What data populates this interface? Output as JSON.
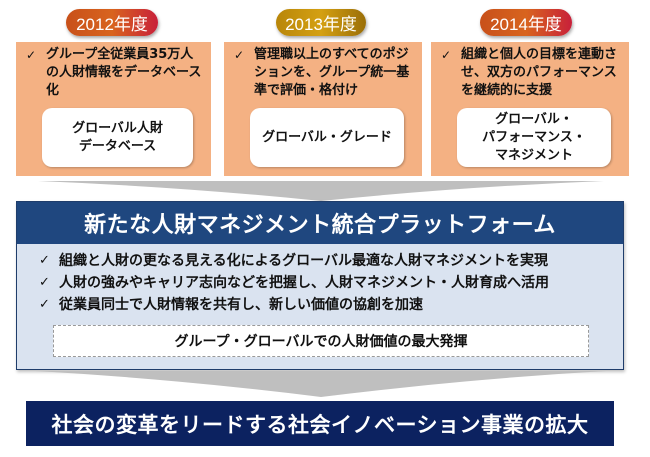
{
  "years": [
    {
      "label": "2012年度",
      "bullet": "グループ全従業員35万人の人財情報をデータベース化",
      "box_lines": [
        "グローバル人財",
        "データベース"
      ]
    },
    {
      "label": "2013年度",
      "bullet": "管理職以上のすべてのポジションを、グループ統一基準で評価・格付け",
      "box_lines": [
        "グローバル・グレード"
      ]
    },
    {
      "label": "2014年度",
      "bullet": "組織と個人の目標を連動させ、双方のパフォーマンスを継続的に支援",
      "box_lines": [
        "グローバル・",
        "パフォーマンス・",
        "マネジメント"
      ]
    }
  ],
  "check_icon": "✓",
  "platform": {
    "title": "新たな人財マネジメント統合プラットフォーム",
    "bullets": [
      "組織と人財の更なる見える化によるグローバル最適な人財マネジメントを実現",
      "人財の強みやキャリア志向などを把握し、人財マネジメント・人財育成へ活用",
      "従業員同士で人財情報を共有し、新しい価値の協創を加速"
    ],
    "highlight": "グループ・グローバルでの人財価値の最大発揮"
  },
  "result": "社会の変革をリードする社会イノベーション事業の拡大",
  "colors": {
    "year_box": "#f4b183",
    "platform_header": "#1f477f",
    "platform_body": "#dae3f0",
    "banner": "#0c2260",
    "arrow": "#bfbfbf"
  }
}
